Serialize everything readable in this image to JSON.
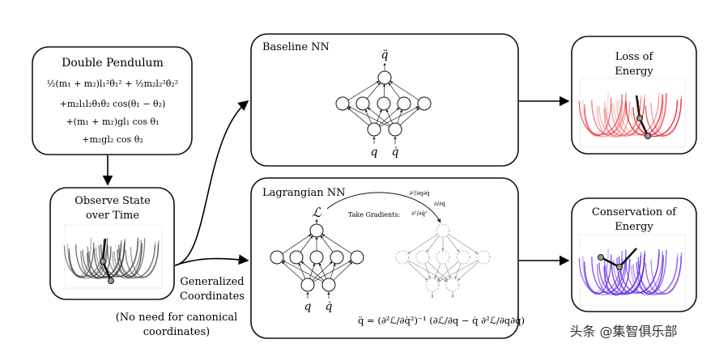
{
  "double_pendulum": {
    "title": "Double Pendulum",
    "equation_lines": [
      "½(m₁ + m₂)l₁²θ̇₁² + ½m₂l₂²θ̇₂²",
      "+m₂l₁l₂θ̇₁θ̇₂ cos(θ₁ − θ₂)",
      "+(m₁ + m₂)gl₁ cos θ₁",
      "+m₂gl₂ cos θ₂"
    ]
  },
  "observe": {
    "title_line1": "Observe State",
    "title_line2": "over Time"
  },
  "generalized": {
    "line1": "Generalized",
    "line2": "Coordinates"
  },
  "canonical_note": {
    "line1": "(No need for canonical",
    "line2": "coordinates)"
  },
  "baseline": {
    "title": "Baseline NN",
    "output": "q̈",
    "input_q": "q",
    "input_qdot": "q̇"
  },
  "lagrangian": {
    "title": "Lagrangian NN",
    "output": "ℒ",
    "input_q": "q",
    "input_qdot": "q̇",
    "take_gradients": "Take Gradients:",
    "grad_mixed": "∂²/∂q∂q̇",
    "grad_q": "∂/∂q",
    "grad_qdot2": "∂²/∂q̇²",
    "equation": "q̈ = (∂²ℒ/∂q̇²)⁻¹ (∂ℒ/∂q − q̇ ∂²ℒ/∂q∂q̇)"
  },
  "loss": {
    "title_line1": "Loss of",
    "title_line2": "Energy",
    "color": "#e8141e"
  },
  "conservation": {
    "title_line1": "Conservation of",
    "title_line2": "Energy",
    "color": "#5a20e0"
  },
  "watermark": "头条 @集智俱乐部"
}
